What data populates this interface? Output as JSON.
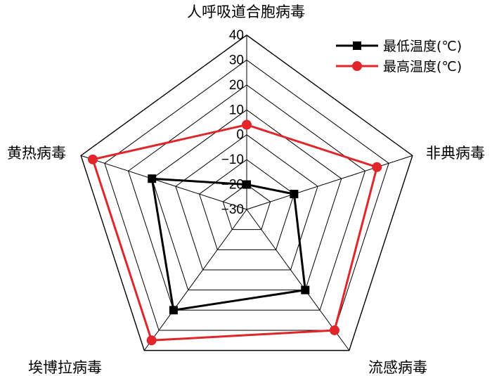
{
  "chart_data": {
    "type": "radar",
    "categories": [
      "人呼吸道合胞病毒",
      "非典病毒",
      "流感病毒",
      "埃博拉病毒",
      "黄热病毒"
    ],
    "r_ticks": [
      "40",
      "30",
      "20",
      "10",
      "0",
      "−10",
      "−20",
      "−30"
    ],
    "rlim": [
      -30,
      40
    ],
    "series": [
      {
        "name": "最低温度(℃)",
        "values": [
          -20,
          -10,
          10,
          20,
          10
        ],
        "color": "#000000",
        "marker": "square"
      },
      {
        "name": "最高温度(℃)",
        "values": [
          4,
          25,
          30,
          35,
          35
        ],
        "color": "#e0262b",
        "marker": "circle"
      }
    ],
    "legend_position": "top-right",
    "grid": true
  }
}
